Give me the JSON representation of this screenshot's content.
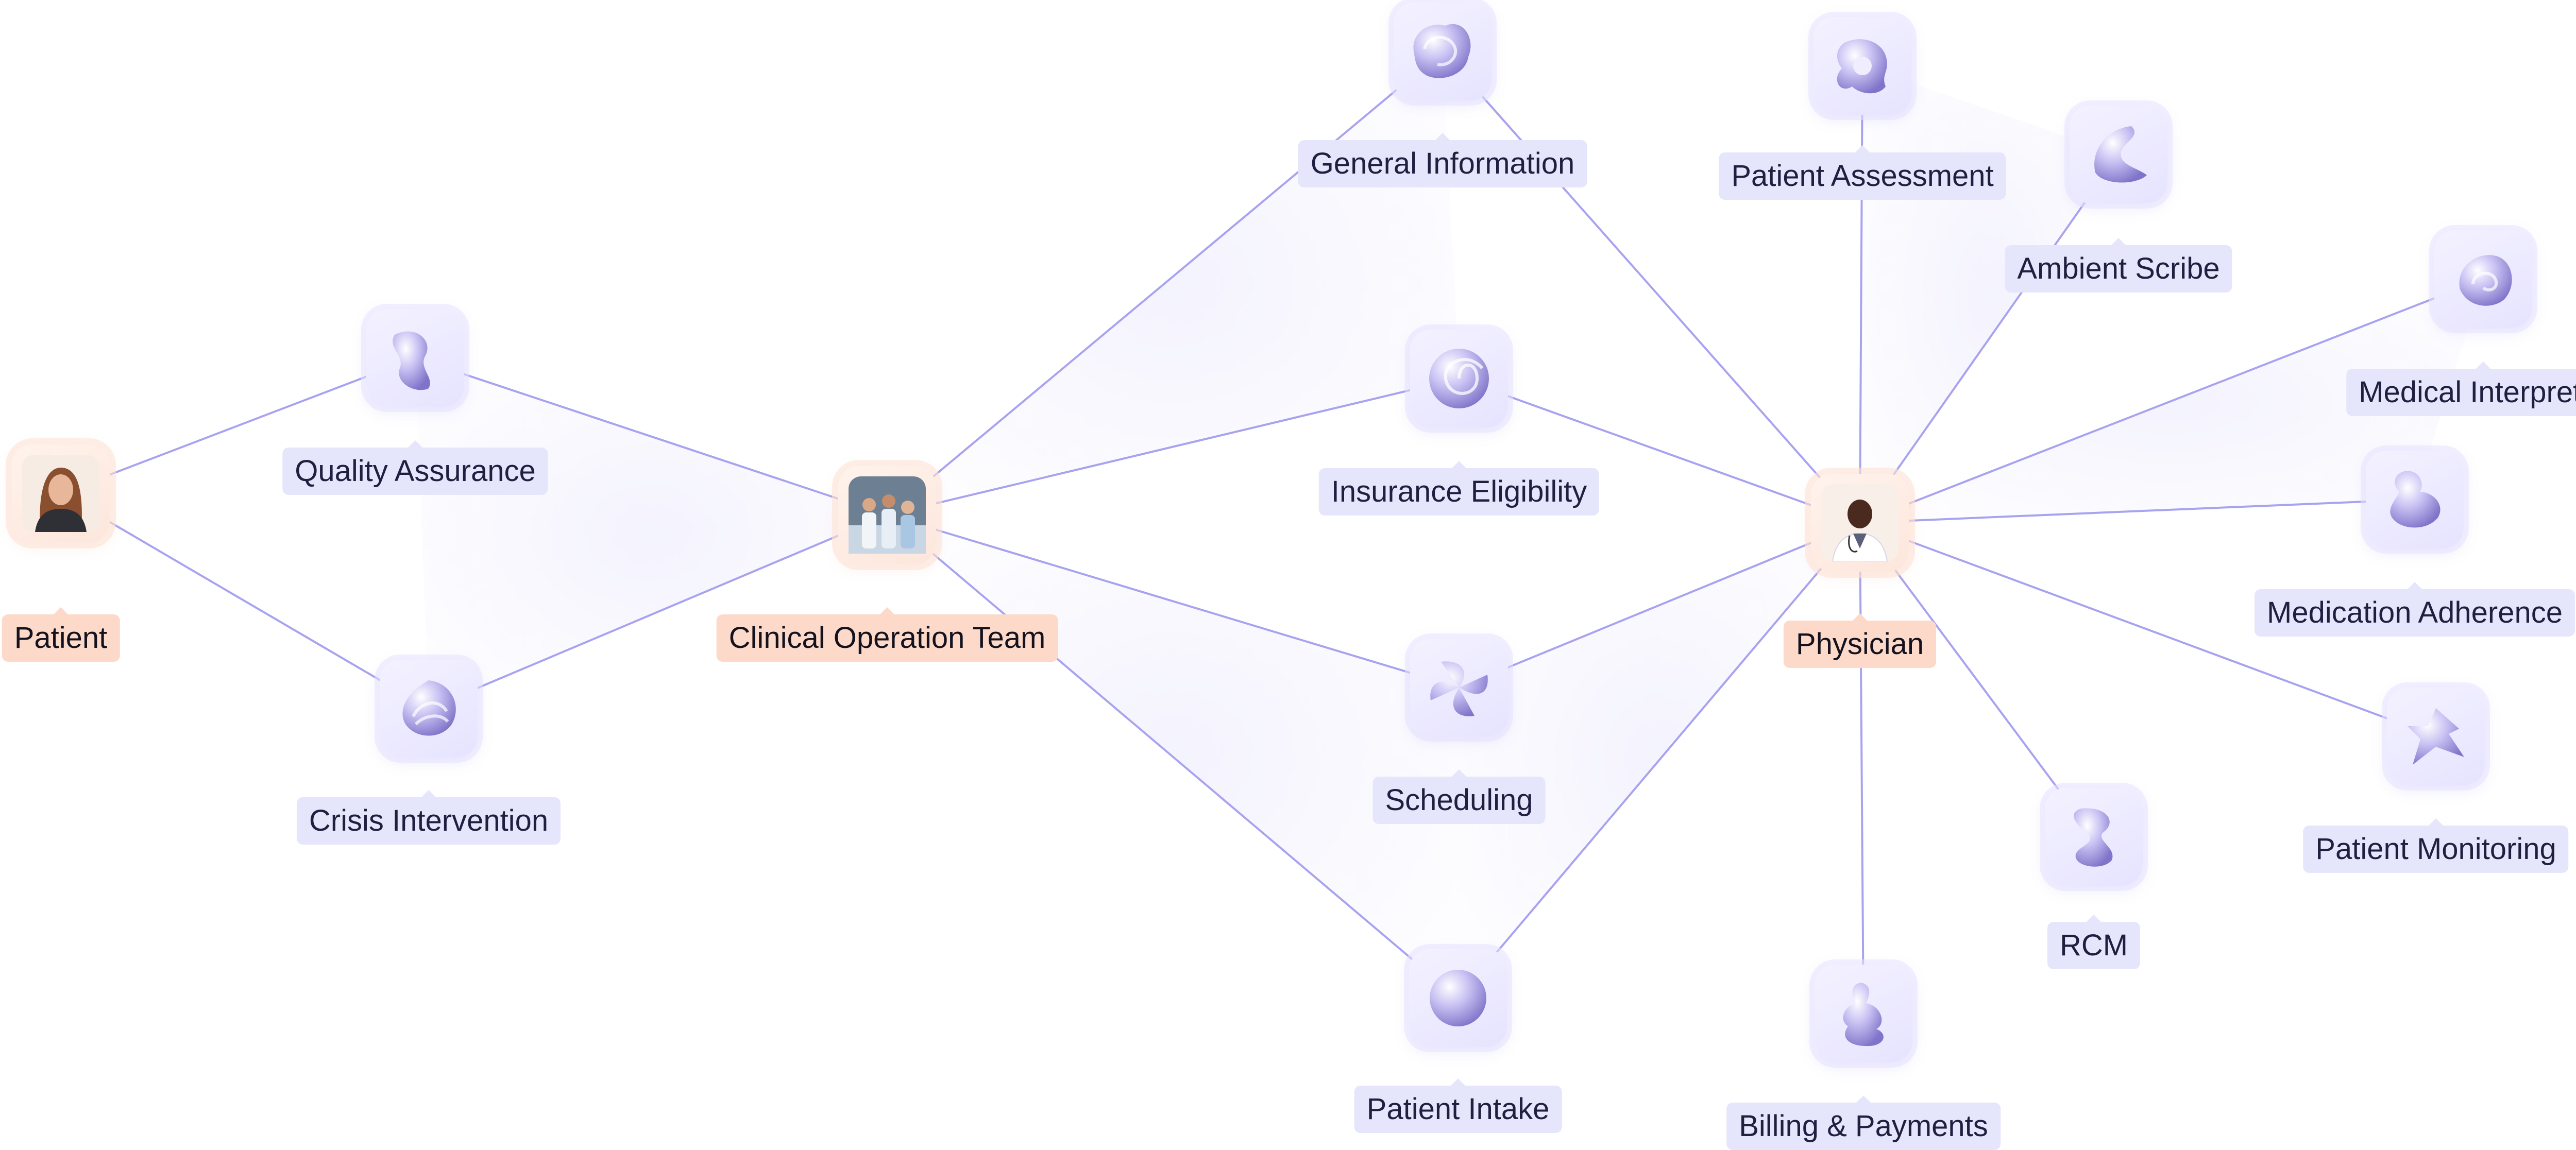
{
  "diagram": {
    "colors": {
      "edge": "#a8a3f0",
      "fan": "#e9e7fd",
      "agent_label": "#e5e5fb",
      "person_label": "#fcd9c8"
    },
    "nodes": [
      {
        "id": "patient",
        "label": "Patient",
        "kind": "person",
        "icon": "patient-photo-icon"
      },
      {
        "id": "quality",
        "label": "Quality Assurance",
        "kind": "agent",
        "icon": "twisted-ribbon-icon"
      },
      {
        "id": "crisis",
        "label": "Crisis Intervention",
        "kind": "agent",
        "icon": "swirl-cream-icon"
      },
      {
        "id": "clinical",
        "label": "Clinical Operation Team",
        "kind": "person",
        "icon": "team-photo-icon"
      },
      {
        "id": "geninfo",
        "label": "General Information",
        "kind": "agent",
        "icon": "layered-rose-icon"
      },
      {
        "id": "insurance",
        "label": "Insurance Eligibility",
        "kind": "agent",
        "icon": "spiral-flower-icon"
      },
      {
        "id": "scheduling",
        "label": "Scheduling",
        "kind": "agent",
        "icon": "pinwheel-icon"
      },
      {
        "id": "intake",
        "label": "Patient Intake",
        "kind": "agent",
        "icon": "sphere-icon"
      },
      {
        "id": "physician",
        "label": "Physician",
        "kind": "person",
        "icon": "physician-photo-icon"
      },
      {
        "id": "assessment",
        "label": "Patient Assessment",
        "kind": "agent",
        "icon": "knot-icon"
      },
      {
        "id": "scribe",
        "label": "Ambient Scribe",
        "kind": "agent",
        "icon": "curved-shell-icon"
      },
      {
        "id": "interpreter",
        "label": "Medical Interpreter",
        "kind": "agent",
        "icon": "coiled-shell-icon"
      },
      {
        "id": "adherence",
        "label": "Medication Adherence",
        "kind": "agent",
        "icon": "wavy-blob-icon"
      },
      {
        "id": "monitoring",
        "label": "Patient Monitoring",
        "kind": "agent",
        "icon": "folded-origami-icon"
      },
      {
        "id": "rcm",
        "label": "RCM",
        "kind": "agent",
        "icon": "s-curve-icon"
      },
      {
        "id": "billing",
        "label": "Billing & Payments",
        "kind": "agent",
        "icon": "draped-cloth-icon"
      }
    ],
    "edges": [
      [
        "patient",
        "quality"
      ],
      [
        "patient",
        "crisis"
      ],
      [
        "quality",
        "clinical"
      ],
      [
        "crisis",
        "clinical"
      ],
      [
        "clinical",
        "geninfo"
      ],
      [
        "clinical",
        "insurance"
      ],
      [
        "clinical",
        "scheduling"
      ],
      [
        "clinical",
        "intake"
      ],
      [
        "geninfo",
        "physician"
      ],
      [
        "insurance",
        "physician"
      ],
      [
        "scheduling",
        "physician"
      ],
      [
        "intake",
        "physician"
      ],
      [
        "physician",
        "assessment"
      ],
      [
        "physician",
        "scribe"
      ],
      [
        "physician",
        "interpreter"
      ],
      [
        "physician",
        "adherence"
      ],
      [
        "physician",
        "monitoring"
      ],
      [
        "physician",
        "rcm"
      ],
      [
        "physician",
        "billing"
      ]
    ]
  }
}
